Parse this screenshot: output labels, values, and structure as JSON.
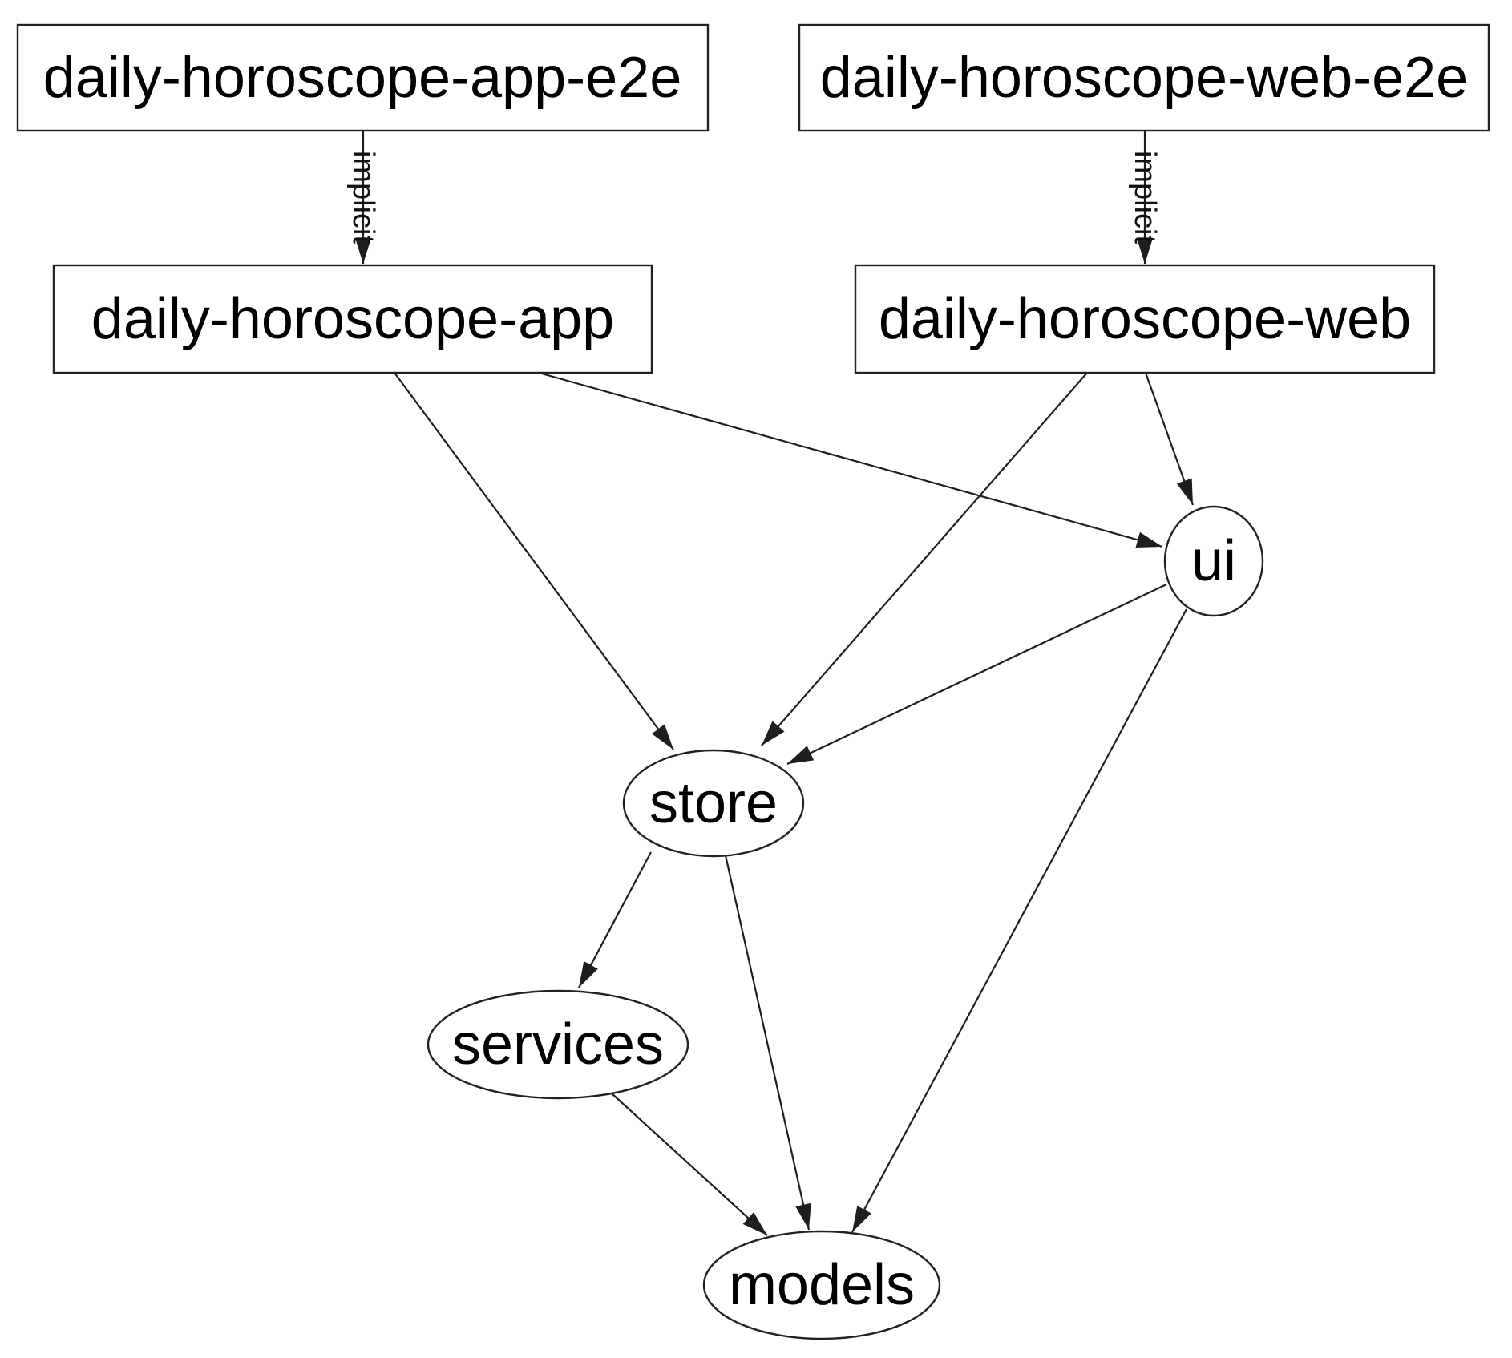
{
  "diagram": {
    "type": "dependency-graph",
    "background_color": "#ffffff",
    "node_border_color": "#222222",
    "edge_color": "#1e1e1e",
    "text_color": "#000000",
    "nodes": [
      {
        "id": "daily-horoscope-app-e2e",
        "label": "daily-horoscope-app-e2e",
        "shape": "box"
      },
      {
        "id": "daily-horoscope-web-e2e",
        "label": "daily-horoscope-web-e2e",
        "shape": "box"
      },
      {
        "id": "daily-horoscope-app",
        "label": "daily-horoscope-app",
        "shape": "box"
      },
      {
        "id": "daily-horoscope-web",
        "label": "daily-horoscope-web",
        "shape": "box"
      },
      {
        "id": "ui",
        "label": "ui",
        "shape": "ellipse"
      },
      {
        "id": "store",
        "label": "store",
        "shape": "ellipse"
      },
      {
        "id": "services",
        "label": "services",
        "shape": "ellipse"
      },
      {
        "id": "models",
        "label": "models",
        "shape": "ellipse"
      }
    ],
    "edges": [
      {
        "from": "daily-horoscope-app-e2e",
        "to": "daily-horoscope-app",
        "label": "implicit"
      },
      {
        "from": "daily-horoscope-web-e2e",
        "to": "daily-horoscope-web",
        "label": "implicit"
      },
      {
        "from": "daily-horoscope-app",
        "to": "store",
        "label": ""
      },
      {
        "from": "daily-horoscope-app",
        "to": "ui",
        "label": ""
      },
      {
        "from": "daily-horoscope-web",
        "to": "ui",
        "label": ""
      },
      {
        "from": "daily-horoscope-web",
        "to": "store",
        "label": ""
      },
      {
        "from": "ui",
        "to": "store",
        "label": ""
      },
      {
        "from": "ui",
        "to": "models",
        "label": ""
      },
      {
        "from": "store",
        "to": "services",
        "label": ""
      },
      {
        "from": "store",
        "to": "models",
        "label": ""
      },
      {
        "from": "services",
        "to": "models",
        "label": ""
      }
    ]
  }
}
